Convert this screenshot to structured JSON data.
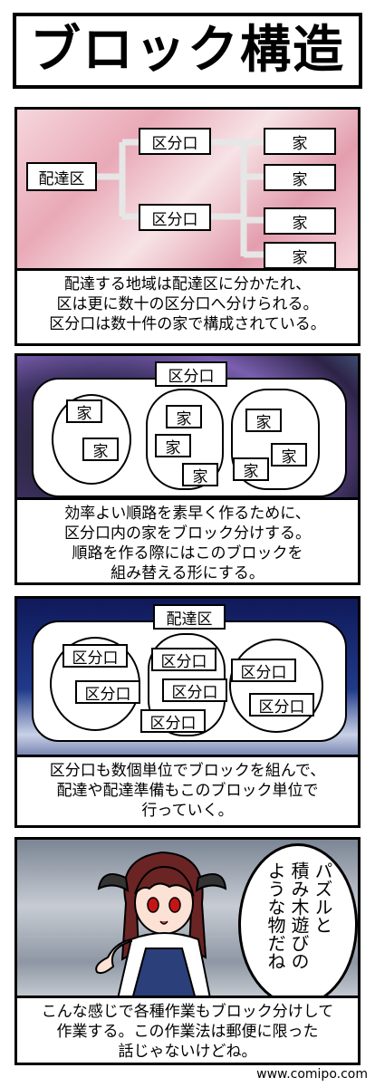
{
  "title": "ブロック構造",
  "panel1": {
    "center_box": "配達区",
    "ku_boxes": [
      "区分口",
      "区分口"
    ],
    "house_boxes": [
      "家",
      "家",
      "家",
      "家"
    ],
    "caption": [
      "配達する地域は配達区に分かたれ、",
      "区は更に数十の区分口へ分けられる。",
      "区分口は数十件の家で構成されている。"
    ]
  },
  "panel2": {
    "header": "区分口",
    "groups": [
      [
        "家",
        "家"
      ],
      [
        "家",
        "家",
        "家"
      ],
      [
        "家",
        "家",
        "家"
      ]
    ],
    "caption": [
      "効率よい順路を素早く作るために、",
      "区分口内の家をブロック分けする。",
      "順路を作る際にはこのブロックを",
      "組み替える形にする。"
    ]
  },
  "panel3": {
    "header": "配達区",
    "groups": [
      [
        "区分口",
        "区分口"
      ],
      [
        "区分口",
        "区分口",
        "区分口"
      ],
      [
        "区分口",
        "区分口"
      ]
    ],
    "caption": [
      "区分口も数個単位でブロックを組んで、",
      "配達や配達準備もこのブロック単位で",
      "行っていく。"
    ]
  },
  "panel4": {
    "speech": [
      "パズルと",
      "積み木遊びの",
      "ような物だね"
    ],
    "caption": [
      "こんな感じで各種作業もブロック分けして",
      "作業する。この作業法は郵便に限った",
      "話じゃないけどね。"
    ]
  },
  "footer": "www.comipo.com",
  "colors": {
    "panel1_bg": "#f0c6cf",
    "panel2_bg": "#5a4a86",
    "panel3_bg": "#1d2a6b",
    "panel4_bg": "#9aa3b0"
  }
}
